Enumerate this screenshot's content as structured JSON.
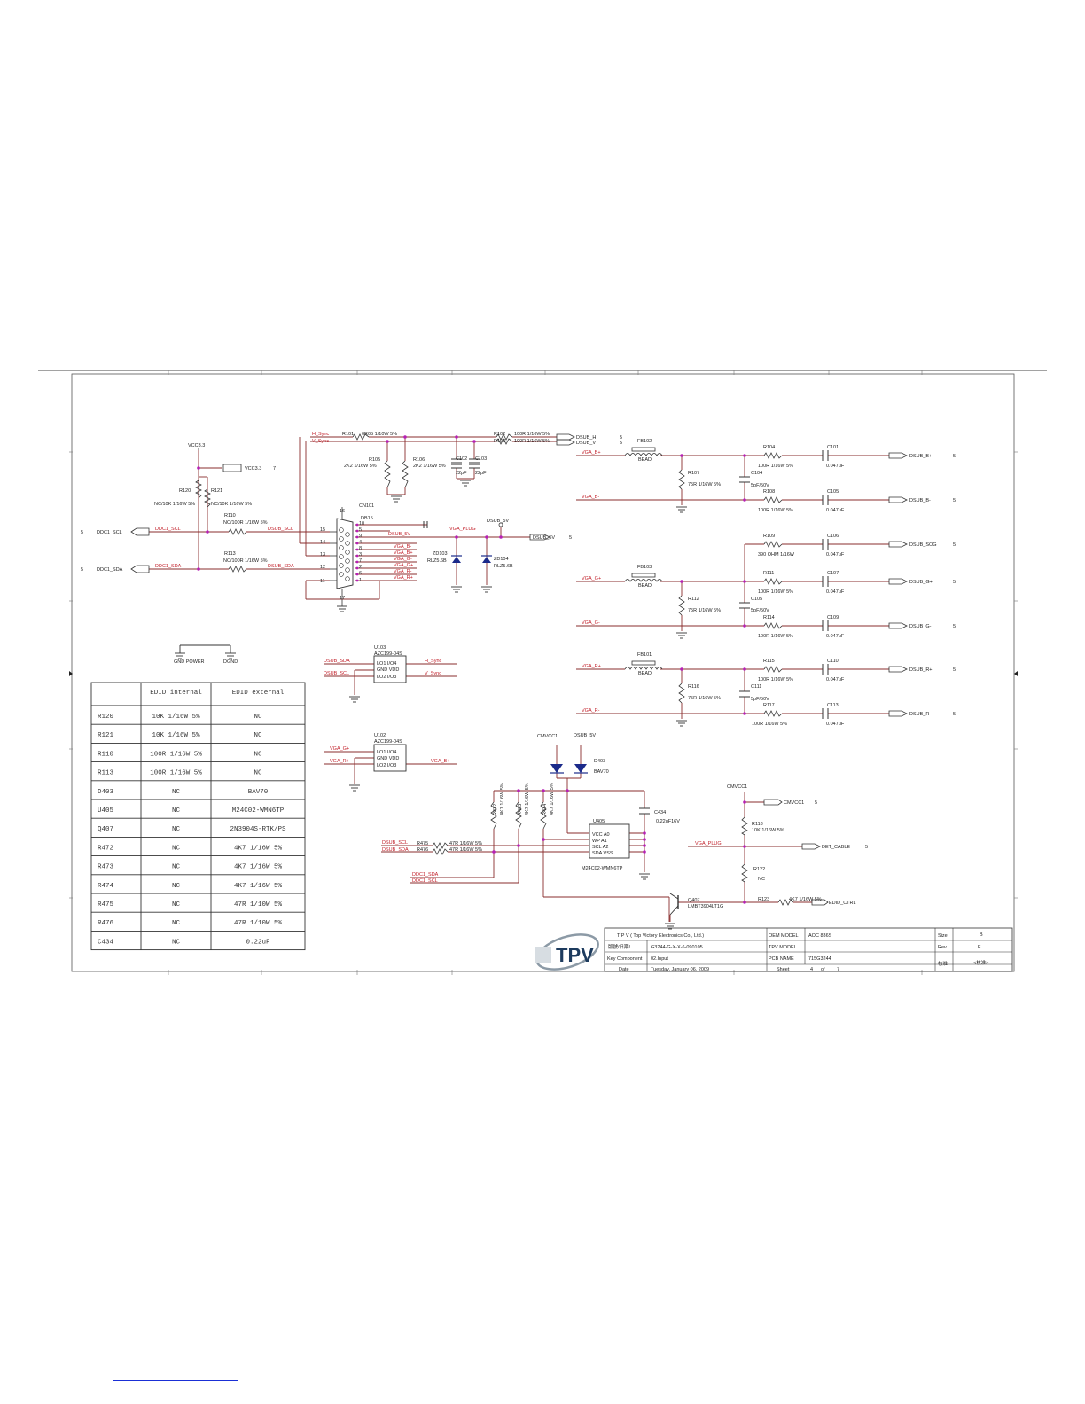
{
  "labels": [
    {
      "name": "label-vcc33-top",
      "text": "VCC3.3",
      "c": "t"
    },
    {
      "name": "label-vcc33-off",
      "text": "VCC3.3",
      "c": "t"
    },
    {
      "name": "label-7a",
      "text": "7",
      "c": "t"
    },
    {
      "name": "label-r120",
      "text": "R120",
      "c": "t"
    },
    {
      "name": "label-r121",
      "text": "R121",
      "c": "t"
    },
    {
      "name": "label-r120-val",
      "text": "NC/10K 1/16W 5%",
      "c": "t"
    },
    {
      "name": "label-r121-val",
      "text": "NC/10K 1/16W 5%",
      "c": "t"
    },
    {
      "name": "label-r110",
      "text": "R110",
      "c": "t"
    },
    {
      "name": "label-r110-val",
      "text": "NC/100R 1/16W 5%",
      "c": "t"
    },
    {
      "name": "label-r113",
      "text": "R113",
      "c": "t"
    },
    {
      "name": "label-r113-val",
      "text": "NC/100R 1/16W 5%",
      "c": "t"
    },
    {
      "name": "label-5-ddc1scl",
      "text": "5",
      "c": "t"
    },
    {
      "name": "label-ddc1scl-port",
      "text": "DDC1_SCL",
      "c": "t"
    },
    {
      "name": "label-ddc1scl-net",
      "text": "DDC1_SCL",
      "c": "r"
    },
    {
      "name": "label-dsubscl-net",
      "text": "DSUB_SCL",
      "c": "r"
    },
    {
      "name": "label-5-ddc1sda",
      "text": "5",
      "c": "t"
    },
    {
      "name": "label-ddc1sda-port",
      "text": "DDC1_SDA",
      "c": "t"
    },
    {
      "name": "label-ddc1sda-net",
      "text": "DDC1_SDA",
      "c": "r"
    },
    {
      "name": "label-dsubsda-net",
      "text": "DSUB_SDA",
      "c": "r"
    },
    {
      "name": "label-hsync",
      "text": "H_Sync",
      "c": "r"
    },
    {
      "name": "label-vsync",
      "text": "V_Sync",
      "c": "r"
    },
    {
      "name": "label-r101",
      "text": "R101",
      "c": "t"
    },
    {
      "name": "label-r101-val",
      "text": "0R05 1/10W 5%",
      "c": "t"
    },
    {
      "name": "label-r105",
      "text": "R105",
      "c": "t"
    },
    {
      "name": "label-r105-val",
      "text": "2K2 1/16W 5%",
      "c": "t"
    },
    {
      "name": "label-r106",
      "text": "R106",
      "c": "t"
    },
    {
      "name": "label-r106-val",
      "text": "2K2 1/16W 5%",
      "c": "t"
    },
    {
      "name": "label-c102",
      "text": "C102",
      "c": "t"
    },
    {
      "name": "label-c103",
      "text": "C103",
      "c": "t"
    },
    {
      "name": "label-22p-a",
      "text": "22pF",
      "c": "t"
    },
    {
      "name": "label-22p-b",
      "text": "22pF",
      "c": "t"
    },
    {
      "name": "label-r102",
      "text": "R102",
      "c": "t"
    },
    {
      "name": "label-r103",
      "text": "R103",
      "c": "t"
    },
    {
      "name": "label-r102-val",
      "text": "100R 1/16W 5%",
      "c": "t"
    },
    {
      "name": "label-r103-val",
      "text": "100R 1/16W 5%",
      "c": "t"
    },
    {
      "name": "label-dsubh",
      "text": "DSUB_H",
      "c": "t"
    },
    {
      "name": "label-dsubv",
      "text": "DSUB_V",
      "c": "t"
    },
    {
      "name": "label-5h",
      "text": "5",
      "c": "t"
    },
    {
      "name": "label-5v",
      "text": "5",
      "c": "t"
    },
    {
      "name": "label-cn101",
      "text": "CN101",
      "c": "t"
    },
    {
      "name": "label-db15",
      "text": "DB15",
      "c": "t"
    },
    {
      "name": "label-pin16",
      "text": "16",
      "c": "t"
    },
    {
      "name": "label-pin17",
      "text": "17",
      "c": "t"
    },
    {
      "name": "label-pin15",
      "text": "15",
      "c": "t"
    },
    {
      "name": "label-pin14",
      "text": "14",
      "c": "t"
    },
    {
      "name": "label-pin13",
      "text": "13",
      "c": "t"
    },
    {
      "name": "label-pin12",
      "text": "12",
      "c": "t"
    },
    {
      "name": "label-pin11",
      "text": "11",
      "c": "t"
    },
    {
      "name": "label-pin10",
      "text": "10",
      "c": "t"
    },
    {
      "name": "label-pin9",
      "text": "9",
      "c": "t"
    },
    {
      "name": "label-pin8",
      "text": "8",
      "c": "t"
    },
    {
      "name": "label-pin7",
      "text": "7",
      "c": "t"
    },
    {
      "name": "label-pin6",
      "text": "6",
      "c": "t"
    },
    {
      "name": "label-pin5",
      "text": "5",
      "c": "t"
    },
    {
      "name": "label-pin4",
      "text": "4",
      "c": "t"
    },
    {
      "name": "label-pin3",
      "text": "3",
      "c": "t"
    },
    {
      "name": "label-pin2",
      "text": "2",
      "c": "t"
    },
    {
      "name": "label-pin1",
      "text": "1",
      "c": "t"
    },
    {
      "name": "label-dsub5v-net",
      "text": "DSUB_5V",
      "c": "r"
    },
    {
      "name": "label-vgab-neg",
      "text": "VGA_B-",
      "c": "r"
    },
    {
      "name": "label-vgab-pos",
      "text": "VGA_B+",
      "c": "r"
    },
    {
      "name": "label-vgag-neg",
      "text": "VGA_G-",
      "c": "r"
    },
    {
      "name": "label-vgag-pos",
      "text": "VGA_G+",
      "c": "r"
    },
    {
      "name": "label-vgar-neg",
      "text": "VGA_R-",
      "c": "r"
    },
    {
      "name": "label-vgar-pos",
      "text": "VGA_R+",
      "c": "r"
    },
    {
      "name": "label-vgaplug-net",
      "text": "VGA_PLUG",
      "c": "r"
    },
    {
      "name": "label-dsub5v-top",
      "text": "DSUB_5V",
      "c": "t"
    },
    {
      "name": "label-dsub5v-port",
      "text": "DSUB_5V",
      "c": "t"
    },
    {
      "name": "label-5-dsub5v",
      "text": "5",
      "c": "t"
    },
    {
      "name": "label-zd103",
      "text": "ZD103",
      "c": "t"
    },
    {
      "name": "label-zd103-val",
      "text": "RLZ5.6B",
      "c": "t"
    },
    {
      "name": "label-zd104",
      "text": "ZD104",
      "c": "t"
    },
    {
      "name": "label-zd104-val",
      "text": "RLZ5.6B",
      "c": "t"
    },
    {
      "name": "label-gnd-power",
      "text": "GND POWER",
      "c": "t"
    },
    {
      "name": "label-dgnd",
      "text": "DGND",
      "c": "t"
    },
    {
      "name": "label-u103",
      "text": "U103",
      "c": "t"
    },
    {
      "name": "label-u103-part",
      "text": "AZC199-04S",
      "c": "t"
    },
    {
      "name": "label-u103-pa",
      "text": "I/O1  I/O4",
      "c": "t"
    },
    {
      "name": "label-u103-pb",
      "text": "GND  VDD",
      "c": "t"
    },
    {
      "name": "label-u103-pc",
      "text": "I/O2  I/O3",
      "c": "t"
    },
    {
      "name": "label-u103-dsubsda",
      "text": "DSUB_SDA",
      "c": "r"
    },
    {
      "name": "label-u103-dsubscl",
      "text": "DSUB_SCL",
      "c": "r"
    },
    {
      "name": "label-u103-hsync",
      "text": "H_Sync",
      "c": "r"
    },
    {
      "name": "label-u103-vsync",
      "text": "V_Sync",
      "c": "r"
    },
    {
      "name": "label-u102",
      "text": "U102",
      "c": "t"
    },
    {
      "name": "label-u102-part",
      "text": "AZC199-04S",
      "c": "t"
    },
    {
      "name": "label-u102-pa",
      "text": "I/O1  I/O4",
      "c": "t"
    },
    {
      "name": "label-u102-pb",
      "text": "GND  VDD",
      "c": "t"
    },
    {
      "name": "label-u102-pc",
      "text": "I/O2  I/O3",
      "c": "t"
    },
    {
      "name": "label-u102-vgag",
      "text": "VGA_G+",
      "c": "r"
    },
    {
      "name": "label-u102-vgar",
      "text": "VGA_R+",
      "c": "r"
    },
    {
      "name": "label-u102-vgab",
      "text": "VGA_B+",
      "c": "r"
    },
    {
      "name": "label-fb102",
      "text": "FB102",
      "c": "t"
    },
    {
      "name": "label-bead-b",
      "text": "BEAD",
      "c": "t"
    },
    {
      "name": "label-fb103",
      "text": "FB103",
      "c": "t"
    },
    {
      "name": "label-bead-g",
      "text": "BEAD",
      "c": "t"
    },
    {
      "name": "label-fb101",
      "text": "FB101",
      "c": "t"
    },
    {
      "name": "label-bead-r",
      "text": "BEAD",
      "c": "t"
    },
    {
      "name": "label-vgabp-in",
      "text": "VGA_B+",
      "c": "r"
    },
    {
      "name": "label-vgabn-in",
      "text": "VGA_B-",
      "c": "r"
    },
    {
      "name": "label-vgagp-in",
      "text": "VGA_G+",
      "c": "r"
    },
    {
      "name": "label-vgagn-in",
      "text": "VGA_G-",
      "c": "r"
    },
    {
      "name": "label-vgarp-in",
      "text": "VGA_R+",
      "c": "r"
    },
    {
      "name": "label-vgarn-in",
      "text": "VGA_R-",
      "c": "r"
    },
    {
      "name": "label-r107",
      "text": "R107",
      "c": "t"
    },
    {
      "name": "label-r107-val",
      "text": "75R 1/16W 5%",
      "c": "t"
    },
    {
      "name": "label-r112",
      "text": "R112",
      "c": "t"
    },
    {
      "name": "label-r112-val",
      "text": "75R 1/16W 5%",
      "c": "t"
    },
    {
      "name": "label-r116",
      "text": "R116",
      "c": "t"
    },
    {
      "name": "label-r116-val",
      "text": "75R 1/16W 5%",
      "c": "t"
    },
    {
      "name": "label-c104",
      "text": "C104",
      "c": "t"
    },
    {
      "name": "label-c104-val",
      "text": "5pF/50V",
      "c": "t"
    },
    {
      "name": "label-c105b",
      "text": "C105",
      "c": "t"
    },
    {
      "name": "label-c105b-val",
      "text": "5pF/50V",
      "c": "t"
    },
    {
      "name": "label-c111",
      "text": "C111",
      "c": "t"
    },
    {
      "name": "label-c111-val",
      "text": "5pF/50V",
      "c": "t"
    },
    {
      "name": "label-r104",
      "text": "R104",
      "c": "t"
    },
    {
      "name": "label-r104-val",
      "text": "100R 1/16W 5%",
      "c": "t"
    },
    {
      "name": "label-r108",
      "text": "R108",
      "c": "t"
    },
    {
      "name": "label-r108-val",
      "text": "100R 1/16W 5%",
      "c": "t"
    },
    {
      "name": "label-r109",
      "text": "R109",
      "c": "t"
    },
    {
      "name": "label-r109-val",
      "text": "390 OHM 1/16W",
      "c": "t"
    },
    {
      "name": "label-r111",
      "text": "R111",
      "c": "t"
    },
    {
      "name": "label-r111-val",
      "text": "100R 1/16W 5%",
      "c": "t"
    },
    {
      "name": "label-r114",
      "text": "R114",
      "c": "t"
    },
    {
      "name": "label-r114-val",
      "text": "100R 1/16W 5%",
      "c": "t"
    },
    {
      "name": "label-r115",
      "text": "R115",
      "c": "t"
    },
    {
      "name": "label-r115-val",
      "text": "100R 1/16W 5%",
      "c": "t"
    },
    {
      "name": "label-r117",
      "text": "R117",
      "c": "t"
    },
    {
      "name": "label-r117-val",
      "text": "100R 1/16W 5%",
      "c": "t"
    },
    {
      "name": "label-c101",
      "text": "C101",
      "c": "t"
    },
    {
      "name": "label-c101-val",
      "text": "0.047uF",
      "c": "t"
    },
    {
      "name": "label-c105",
      "text": "C105",
      "c": "t"
    },
    {
      "name": "label-c105-val",
      "text": "0.047uF",
      "c": "t"
    },
    {
      "name": "label-c106",
      "text": "C106",
      "c": "t"
    },
    {
      "name": "label-c106-val",
      "text": "0.047uF",
      "c": "t"
    },
    {
      "name": "label-c107",
      "text": "C107",
      "c": "t"
    },
    {
      "name": "label-c107-val",
      "text": "0.047uF",
      "c": "t"
    },
    {
      "name": "label-c109",
      "text": "C109",
      "c": "t"
    },
    {
      "name": "label-c109-val",
      "text": "0.047uF",
      "c": "t"
    },
    {
      "name": "label-c110",
      "text": "C110",
      "c": "t"
    },
    {
      "name": "label-c110-val",
      "text": "0.047uF",
      "c": "t"
    },
    {
      "name": "label-c113",
      "text": "C113",
      "c": "t"
    },
    {
      "name": "label-c113-val",
      "text": "0.047uF",
      "c": "t"
    },
    {
      "name": "label-out-dsubbp",
      "text": "DSUB_B+",
      "c": "t"
    },
    {
      "name": "label-out-dsubbn",
      "text": "DSUB_B-",
      "c": "t"
    },
    {
      "name": "label-out-dsubsog",
      "text": "DSUB_SOG",
      "c": "t"
    },
    {
      "name": "label-out-dsubgp",
      "text": "DSUB_G+",
      "c": "t"
    },
    {
      "name": "label-out-dsubgn",
      "text": "DSUB_G-",
      "c": "t"
    },
    {
      "name": "label-out-dsubrp",
      "text": "DSUB_R+",
      "c": "t"
    },
    {
      "name": "label-out-dsubrn",
      "text": "DSUB_R-",
      "c": "t"
    },
    {
      "name": "label-5-o1",
      "text": "5",
      "c": "t"
    },
    {
      "name": "label-5-o2",
      "text": "5",
      "c": "t"
    },
    {
      "name": "label-5-o3",
      "text": "5",
      "c": "t"
    },
    {
      "name": "label-5-o4",
      "text": "5",
      "c": "t"
    },
    {
      "name": "label-5-o5",
      "text": "5",
      "c": "t"
    },
    {
      "name": "label-5-o6",
      "text": "5",
      "c": "t"
    },
    {
      "name": "label-5-o7",
      "text": "5",
      "c": "t"
    },
    {
      "name": "label-cmvcc1-top",
      "text": "CMVCC1",
      "c": "t"
    },
    {
      "name": "label-dsub5v-d403",
      "text": "DSUB_5V",
      "c": "t"
    },
    {
      "name": "label-d403",
      "text": "D403",
      "c": "t"
    },
    {
      "name": "label-d403-val",
      "text": "BAV70",
      "c": "t"
    },
    {
      "name": "label-r472",
      "text": "R472",
      "c": "t"
    },
    {
      "name": "label-r472-val",
      "text": "4K7 1/16W 5%",
      "c": "t"
    },
    {
      "name": "label-r473",
      "text": "R473",
      "c": "t"
    },
    {
      "name": "label-r473-val",
      "text": "4K7 1/16W 5%",
      "c": "t"
    },
    {
      "name": "label-r474",
      "text": "R474",
      "c": "t"
    },
    {
      "name": "label-r474-val",
      "text": "4K7 1/16W 5%",
      "c": "t"
    },
    {
      "name": "label-u405",
      "text": "U405",
      "c": "t"
    },
    {
      "name": "label-u405-pa",
      "text": "VCC   A0",
      "c": "t"
    },
    {
      "name": "label-u405-pb",
      "text": "WP    A1",
      "c": "t"
    },
    {
      "name": "label-u405-pc",
      "text": "SCL   A2",
      "c": "t"
    },
    {
      "name": "label-u405-pd",
      "text": "SDA  VSS",
      "c": "t"
    },
    {
      "name": "label-u405-part",
      "text": "M24C02-WMN6TP",
      "c": "t"
    },
    {
      "name": "label-c434",
      "text": "C434",
      "c": "t"
    },
    {
      "name": "label-c434-val",
      "text": "0.22uF16V",
      "c": "t"
    },
    {
      "name": "label-r475",
      "text": "R475",
      "c": "t"
    },
    {
      "name": "label-r475-val",
      "text": "47R 1/16W 5%",
      "c": "t"
    },
    {
      "name": "label-r476",
      "text": "R476",
      "c": "t"
    },
    {
      "name": "label-r476-val",
      "text": "47R 1/16W 5%",
      "c": "t"
    },
    {
      "name": "label-u405-dsubscl",
      "text": "DSUB_SCL",
      "c": "r"
    },
    {
      "name": "label-u405-dsubsda",
      "text": "DSUB_SDA",
      "c": "r"
    },
    {
      "name": "label-u405-ddc1sda",
      "text": "DDC1_SDA",
      "c": "r"
    },
    {
      "name": "label-u405-ddc1scl",
      "text": "DDC1_SCL",
      "c": "r"
    },
    {
      "name": "label-cmvcc1-right",
      "text": "CMVCC1",
      "c": "t"
    },
    {
      "name": "label-cmvcc1-port",
      "text": "CMVCC1",
      "c": "t"
    },
    {
      "name": "label-5-cmvcc1",
      "text": "5",
      "c": "t"
    },
    {
      "name": "label-r118",
      "text": "R118",
      "c": "t"
    },
    {
      "name": "label-r118-val",
      "text": "10K 1/16W 5%",
      "c": "t"
    },
    {
      "name": "label-vgaplug-right",
      "text": "VGA_PLUG",
      "c": "r"
    },
    {
      "name": "label-detcable",
      "text": "DET_CABLE",
      "c": "t"
    },
    {
      "name": "label-5-detcable",
      "text": "5",
      "c": "t"
    },
    {
      "name": "label-r122",
      "text": "R122",
      "c": "t"
    },
    {
      "name": "label-r122-val",
      "text": "NC",
      "c": "t"
    },
    {
      "name": "label-q407",
      "text": "Q407",
      "c": "t"
    },
    {
      "name": "label-q407-val",
      "text": "LMBT3904LT1G",
      "c": "t"
    },
    {
      "name": "label-r123",
      "text": "R123",
      "c": "t"
    },
    {
      "name": "label-r123-val",
      "text": "4K7 1/16W 5%",
      "c": "t"
    },
    {
      "name": "label-edidctrl",
      "text": "EDID_CTRL",
      "c": "t"
    }
  ],
  "edid_table": {
    "headers": [
      "",
      "EDID internal",
      "EDID external"
    ],
    "rows": [
      [
        "R120",
        "10K 1/16W 5%",
        "NC"
      ],
      [
        "R121",
        "10K 1/16W 5%",
        "NC"
      ],
      [
        "R110",
        "100R 1/16W 5%",
        "NC"
      ],
      [
        "R113",
        "100R 1/16W 5%",
        "NC"
      ],
      [
        "D403",
        "NC",
        "BAV70"
      ],
      [
        "U405",
        "NC",
        "M24C02-WMN6TP"
      ],
      [
        "Q407",
        "NC",
        "2N3904S-RTK/PS"
      ],
      [
        "R472",
        "NC",
        "4K7 1/16W 5%"
      ],
      [
        "R473",
        "NC",
        "4K7 1/16W 5%"
      ],
      [
        "R474",
        "NC",
        "4K7 1/16W 5%"
      ],
      [
        "R475",
        "NC",
        "47R 1/10W 5%"
      ],
      [
        "R476",
        "NC",
        "47R 1/10W 5%"
      ],
      [
        "C434",
        "NC",
        "0.22uF"
      ]
    ]
  },
  "title_block": {
    "logo": "TPV",
    "company": "T P V  ( Top  Victory  Electronics  Co.,  Ltd.)",
    "oem_label": "OEM MODEL",
    "oem_value": "AOC 836S",
    "size_label": "Size",
    "size_value": "B",
    "row2_label": "版號/日期/",
    "row2_value": "G3244-G-X-X-6-090105",
    "tpv_label": "TPV MODEL",
    "rev_label": "Rev",
    "rev_value": "F",
    "key_label": "Key Component",
    "key_value": "02.Input",
    "pcb_label": "PCB NAME",
    "pcb_value": "715G3244",
    "check_label": "核准",
    "check_value": "<核准>",
    "date_label": "Date",
    "date_value": "Tuesday, January 06, 2009",
    "sheet_label": "Sheet",
    "sheet_value": "4",
    "of_label": "of",
    "of_value": "7"
  },
  "colors": {
    "wire": "#8a2c2c",
    "net_label": "#c2202a",
    "junction": "#b620b6",
    "ink": "#1c1c1c",
    "link": "#1a2fd6"
  }
}
